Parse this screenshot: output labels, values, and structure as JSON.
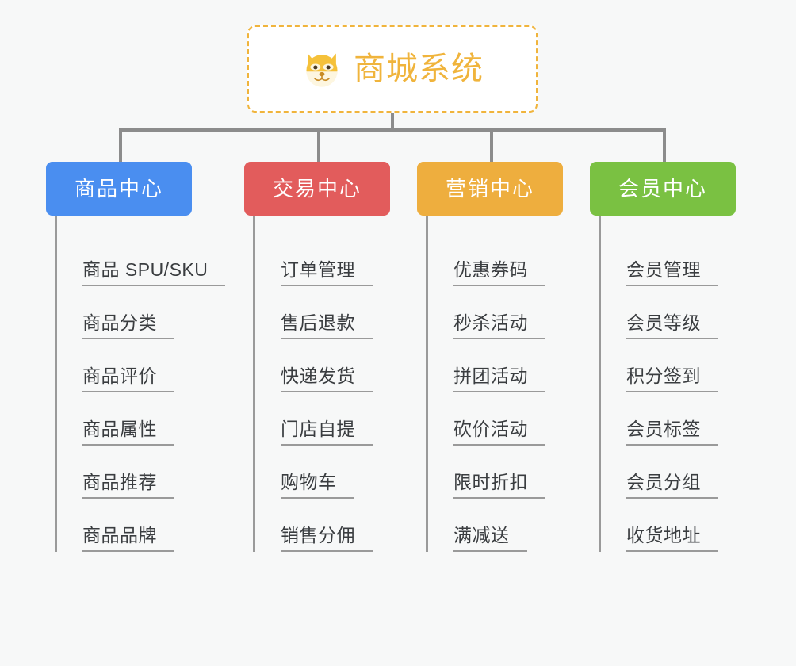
{
  "page": {
    "background_color": "#f7f8f8",
    "line_color": "#9a9a9a",
    "text_color": "#3a3d40"
  },
  "root": {
    "title": "商城系统",
    "icon": "dog-face-icon",
    "border_color": "#f0b43c",
    "text_color": "#f0b43c",
    "background_color": "#ffffff"
  },
  "columns": [
    {
      "id": "product-center",
      "label": "商品中心",
      "color": "#4a8ef0",
      "items": [
        {
          "label": "商品 SPU/SKU"
        },
        {
          "label": "商品分类"
        },
        {
          "label": "商品评价"
        },
        {
          "label": "商品属性"
        },
        {
          "label": "商品推荐"
        },
        {
          "label": "商品品牌"
        }
      ]
    },
    {
      "id": "trade-center",
      "label": "交易中心",
      "color": "#e25c5c",
      "items": [
        {
          "label": "订单管理"
        },
        {
          "label": "售后退款"
        },
        {
          "label": "快递发货"
        },
        {
          "label": "门店自提"
        },
        {
          "label": "购物车"
        },
        {
          "label": "销售分佣"
        }
      ]
    },
    {
      "id": "marketing-center",
      "label": "营销中心",
      "color": "#eeae3e",
      "items": [
        {
          "label": "优惠券码"
        },
        {
          "label": "秒杀活动"
        },
        {
          "label": "拼团活动"
        },
        {
          "label": "砍价活动"
        },
        {
          "label": "限时折扣"
        },
        {
          "label": "满减送"
        }
      ]
    },
    {
      "id": "member-center",
      "label": "会员中心",
      "color": "#7ac142",
      "items": [
        {
          "label": "会员管理"
        },
        {
          "label": "会员等级"
        },
        {
          "label": "积分签到"
        },
        {
          "label": "会员标签"
        },
        {
          "label": "会员分组"
        },
        {
          "label": "收货地址"
        }
      ]
    }
  ]
}
